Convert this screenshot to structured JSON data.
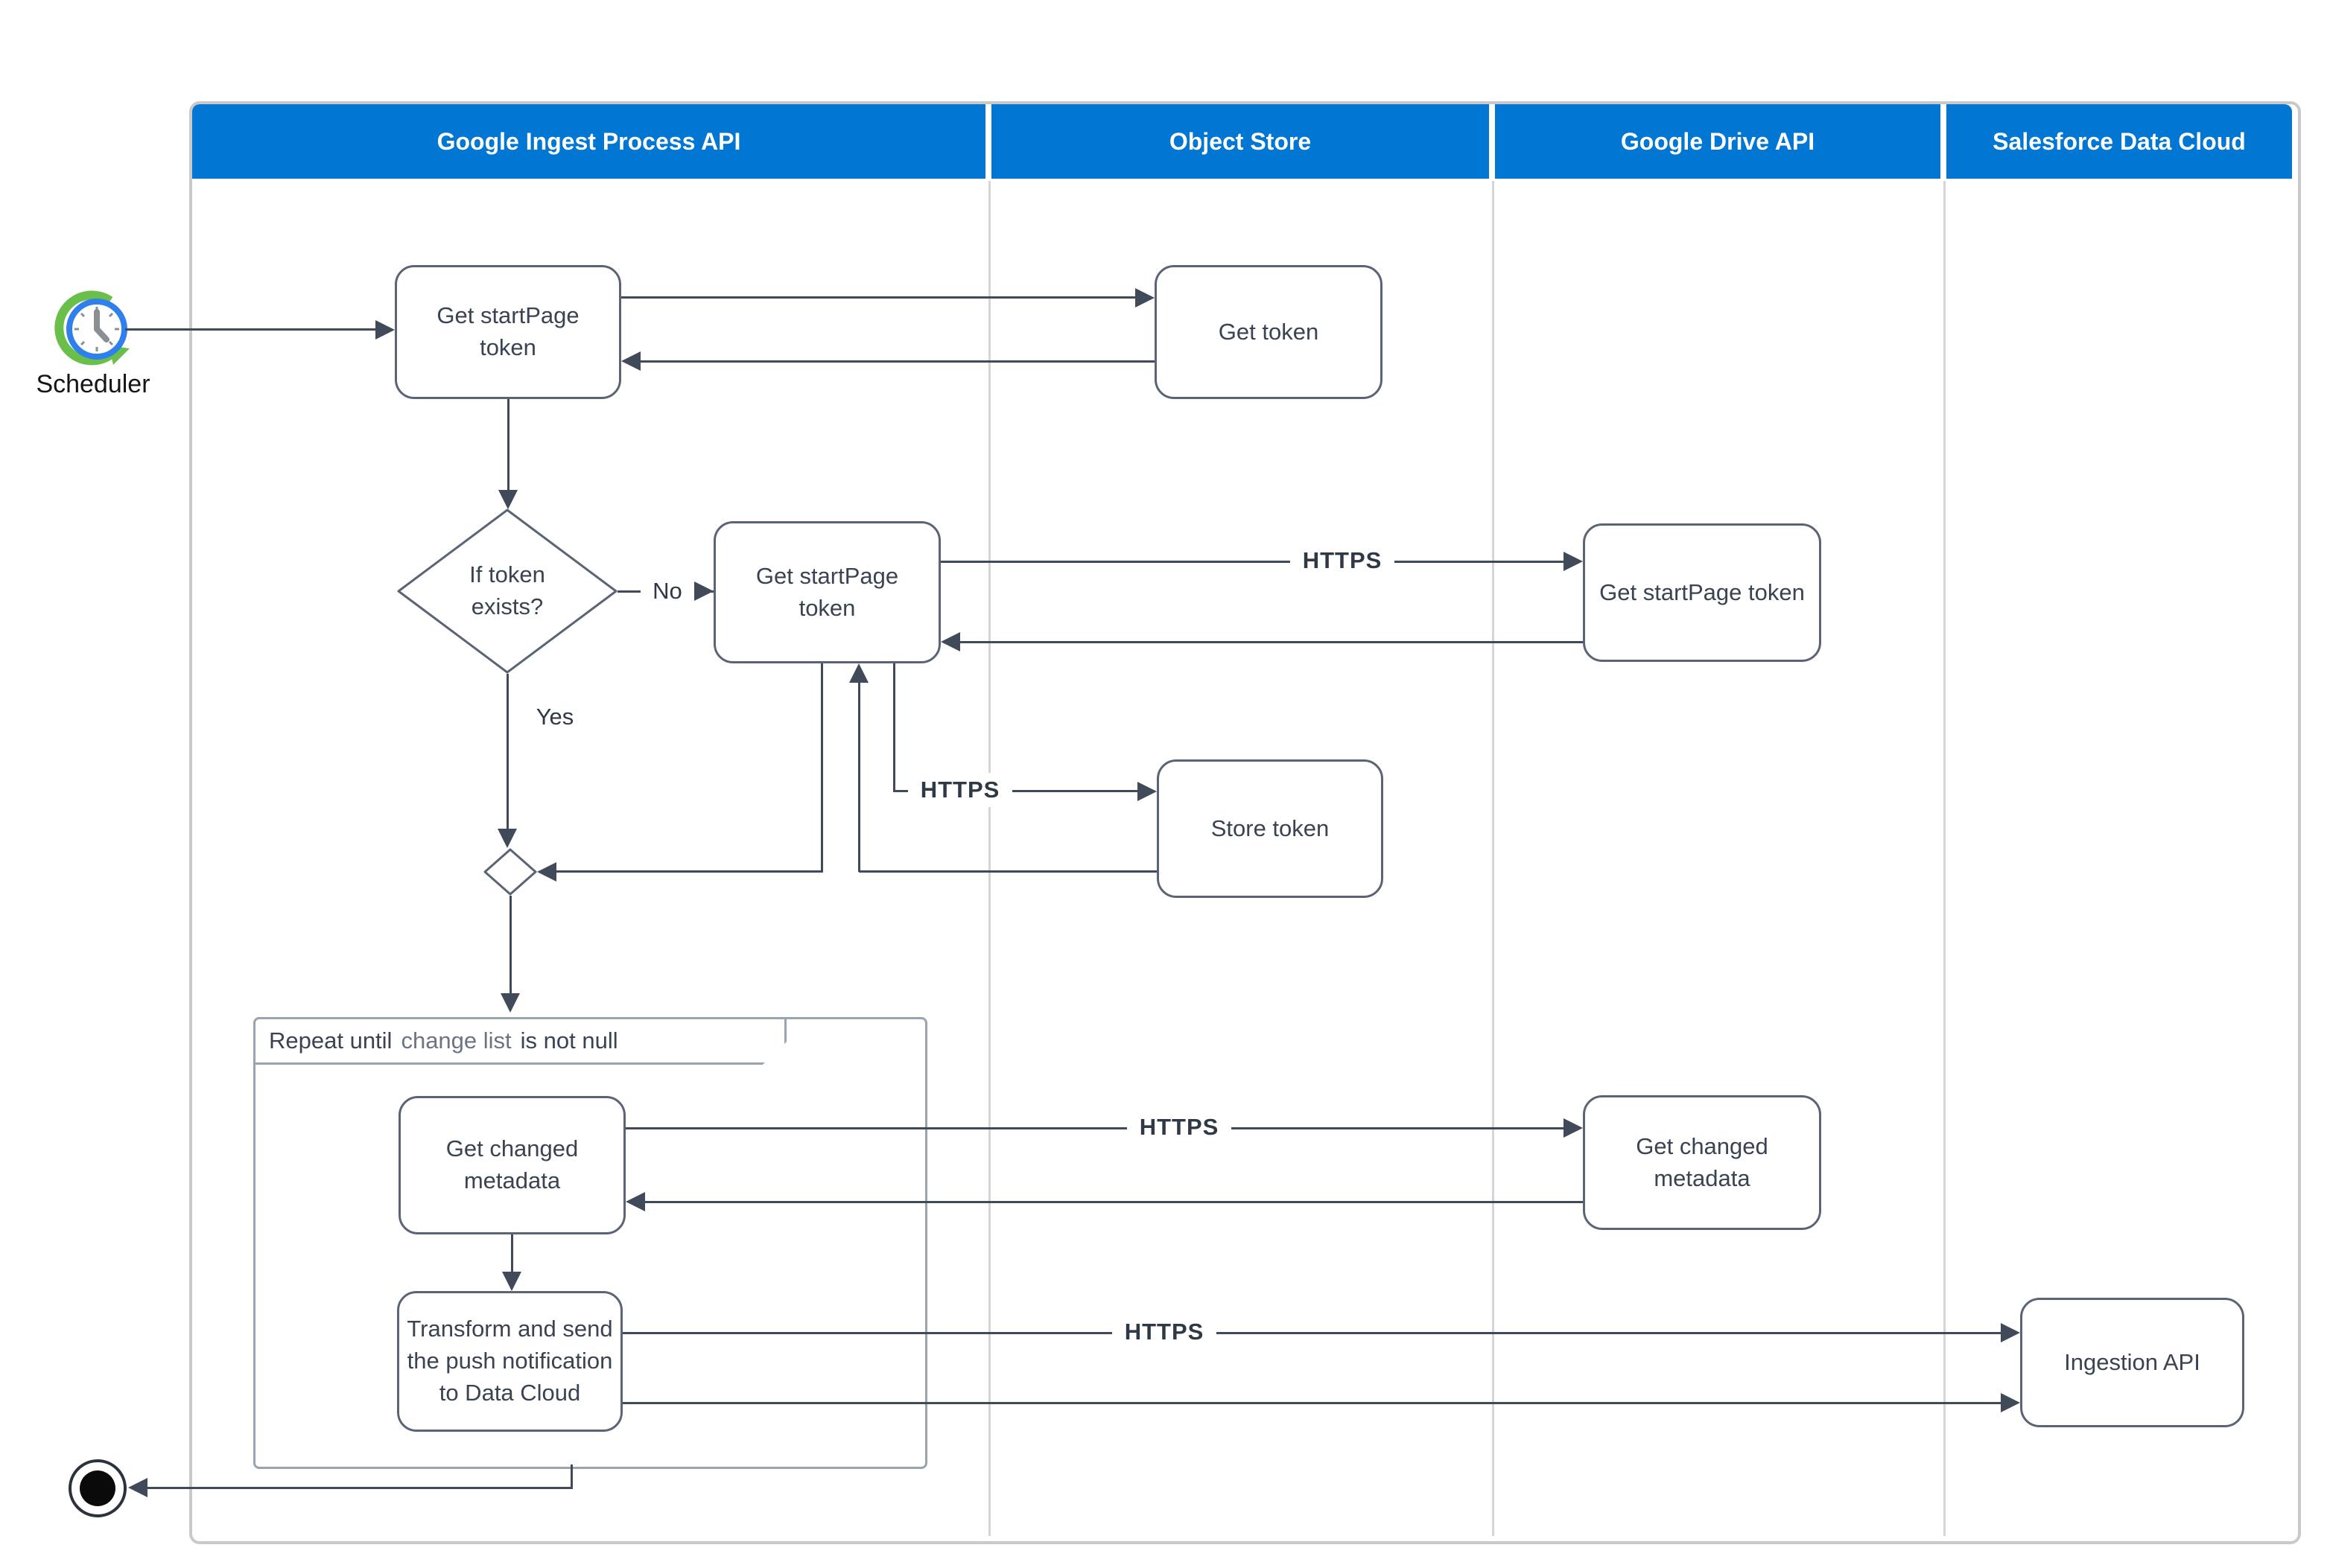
{
  "lanes": [
    {
      "label": "Google Ingest  Process API"
    },
    {
      "label": "Object Store"
    },
    {
      "label": "Google Drive API"
    },
    {
      "label": "Salesforce Data Cloud"
    }
  ],
  "scheduler": {
    "label": "Scheduler",
    "icon": "clock-refresh-icon"
  },
  "nodes": {
    "get_startpage_token_1": {
      "label": "Get startPage token"
    },
    "get_token": {
      "label": "Get token"
    },
    "if_token_exists": {
      "label": "If token exists?"
    },
    "get_startpage_token_2": {
      "label": "Get startPage token"
    },
    "gd_get_startpage_token": {
      "label": "Get startPage token"
    },
    "store_token": {
      "label": "Store token"
    },
    "get_changed_metadata": {
      "label": "Get changed metadata"
    },
    "gd_get_changed_metadata": {
      "label": "Get changed metadata"
    },
    "transform_push": {
      "label": "Transform and send the push notification to Data Cloud"
    },
    "ingestion_api": {
      "label": "Ingestion API"
    }
  },
  "edge_labels": {
    "no": "No",
    "yes": "Yes",
    "https": "HTTPS"
  },
  "repeat_frame": {
    "prefix": "Repeat until",
    "variable": "change list",
    "suffix": "is not null"
  },
  "colors": {
    "header_bg": "#0176d3",
    "header_text": "#ffffff",
    "line": "#414a59",
    "node_border": "#5b6474",
    "node_text": "#3a4352",
    "frame_border": "#9aa3b0",
    "pool_border": "#c9c9cb",
    "divider": "#d5d5d7",
    "scheduler_green": "#6abf4b",
    "scheduler_blue": "#2f80ed"
  }
}
